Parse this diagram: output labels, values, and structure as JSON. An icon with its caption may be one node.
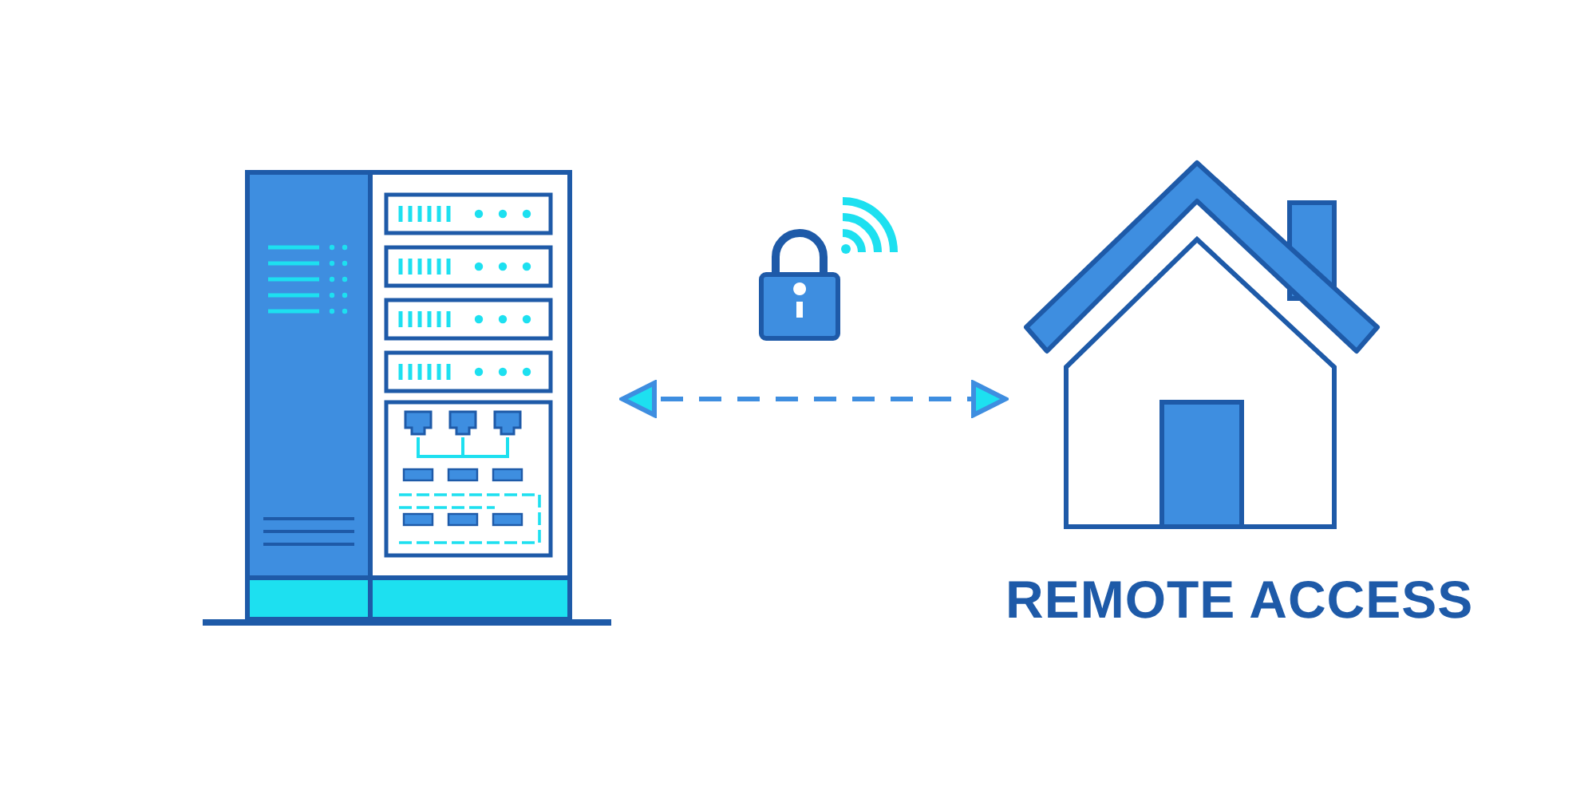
{
  "diagram": {
    "nodes": [
      {
        "text": [],
        "shape": "picture"
      },
      {
        "text": [
          "REMOTE ACCESS"
        ]
      }
    ],
    "edges": [
      {
        "from": 0,
        "to": 1,
        "arrow": "both",
        "style": "dashed"
      }
    ]
  }
}
